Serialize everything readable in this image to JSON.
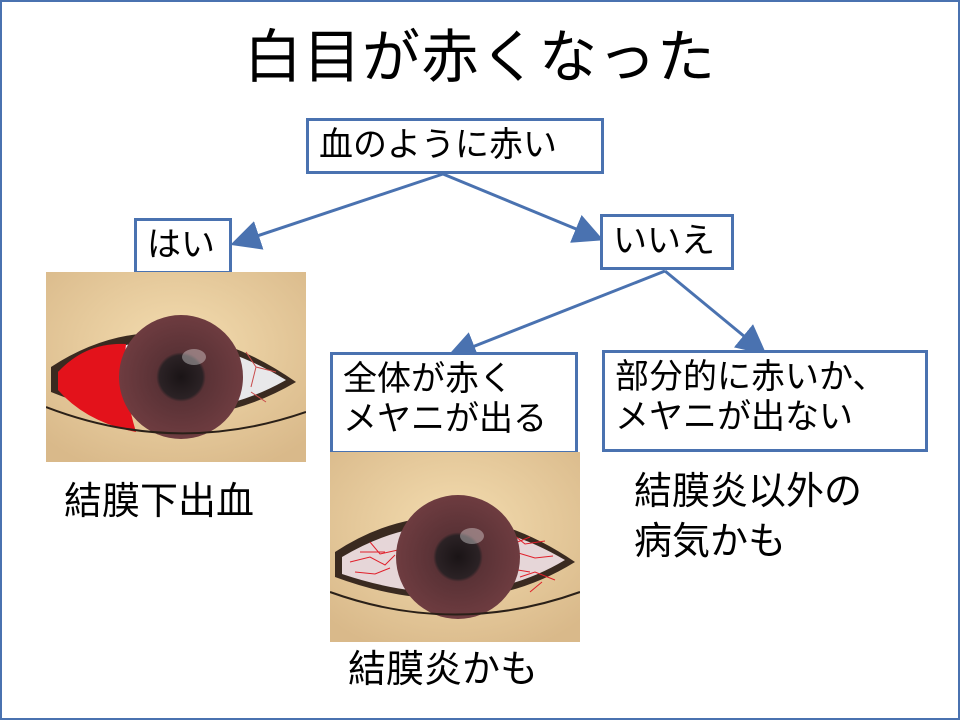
{
  "title": "白目が赤くなった",
  "nodes": {
    "root": "血のように赤い",
    "yes": "はい",
    "no": "いいえ",
    "whole_red": [
      "全体が赤く",
      "メヤニが出る"
    ],
    "partial_red": [
      "部分的に赤いか、",
      "メヤニが出ない"
    ]
  },
  "results": {
    "yes_result": "結膜下出血",
    "whole_red_result": "結膜炎かも",
    "partial_red_result": [
      "結膜炎以外の",
      "病気かも"
    ]
  },
  "images": {
    "yes_image": "subconjunctival-hemorrhage-eye-illustration",
    "whole_red_image": "conjunctivitis-eye-illustration"
  },
  "colors": {
    "accent": "#4a72b0",
    "blood": "#e3121b"
  }
}
